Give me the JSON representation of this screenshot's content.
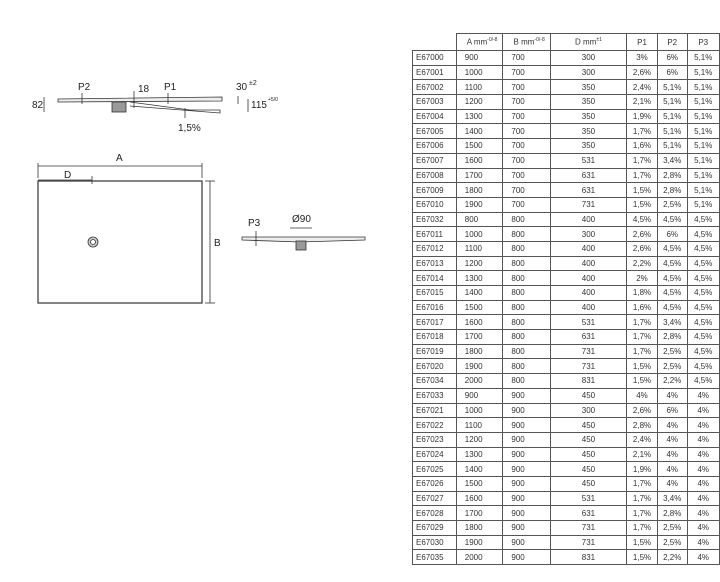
{
  "drawing": {
    "section_labels": {
      "p2": "P2",
      "dim18": "18",
      "p1": "P1",
      "dim30": "30",
      "tol30": "±2",
      "dim82": "82",
      "dim115": "115",
      "tol115": "+5/0",
      "slope": "1,5%"
    },
    "plan_labels": {
      "a": "A",
      "d": "D",
      "b": "B"
    },
    "side_labels": {
      "p3": "P3",
      "diameter": "Ø90"
    }
  },
  "table": {
    "headers": [
      "",
      "A mm",
      "B mm",
      "D mm",
      "P1",
      "P2",
      "P3"
    ],
    "header_tolerances": {
      "a": "-0/-8",
      "b": "-0/-8",
      "d": "±1"
    },
    "rows": [
      [
        "E67000",
        "900",
        "700",
        "300",
        "3%",
        "6%",
        "5,1%"
      ],
      [
        "E67001",
        "1000",
        "700",
        "300",
        "2,6%",
        "6%",
        "5,1%"
      ],
      [
        "E67002",
        "1100",
        "700",
        "350",
        "2,4%",
        "5,1%",
        "5,1%"
      ],
      [
        "E67003",
        "1200",
        "700",
        "350",
        "2,1%",
        "5,1%",
        "5,1%"
      ],
      [
        "E67004",
        "1300",
        "700",
        "350",
        "1,9%",
        "5,1%",
        "5,1%"
      ],
      [
        "E67005",
        "1400",
        "700",
        "350",
        "1,7%",
        "5,1%",
        "5,1%"
      ],
      [
        "E67006",
        "1500",
        "700",
        "350",
        "1,6%",
        "5,1%",
        "5,1%"
      ],
      [
        "E67007",
        "1600",
        "700",
        "531",
        "1,7%",
        "3,4%",
        "5,1%"
      ],
      [
        "E67008",
        "1700",
        "700",
        "631",
        "1,7%",
        "2,8%",
        "5,1%"
      ],
      [
        "E67009",
        "1800",
        "700",
        "631",
        "1,5%",
        "2,8%",
        "5,1%"
      ],
      [
        "E67010",
        "1900",
        "700",
        "731",
        "1,5%",
        "2,5%",
        "5,1%"
      ],
      [
        "E67032",
        "800",
        "800",
        "400",
        "4,5%",
        "4,5%",
        "4,5%"
      ],
      [
        "E67011",
        "1000",
        "800",
        "300",
        "2,6%",
        "6%",
        "4,5%"
      ],
      [
        "E67012",
        "1100",
        "800",
        "400",
        "2,6%",
        "4,5%",
        "4,5%"
      ],
      [
        "E67013",
        "1200",
        "800",
        "400",
        "2,2%",
        "4,5%",
        "4,5%"
      ],
      [
        "E67014",
        "1300",
        "800",
        "400",
        "2%",
        "4,5%",
        "4,5%"
      ],
      [
        "E67015",
        "1400",
        "800",
        "400",
        "1,8%",
        "4,5%",
        "4,5%"
      ],
      [
        "E67016",
        "1500",
        "800",
        "400",
        "1,6%",
        "4,5%",
        "4,5%"
      ],
      [
        "E67017",
        "1600",
        "800",
        "531",
        "1,7%",
        "3,4%",
        "4,5%"
      ],
      [
        "E67018",
        "1700",
        "800",
        "631",
        "1,7%",
        "2,8%",
        "4,5%"
      ],
      [
        "E67019",
        "1800",
        "800",
        "731",
        "1,7%",
        "2,5%",
        "4,5%"
      ],
      [
        "E67020",
        "1900",
        "800",
        "731",
        "1,5%",
        "2,5%",
        "4,5%"
      ],
      [
        "E67034",
        "2000",
        "800",
        "831",
        "1,5%",
        "2,2%",
        "4,5%"
      ],
      [
        "E67033",
        "900",
        "900",
        "450",
        "4%",
        "4%",
        "4%"
      ],
      [
        "E67021",
        "1000",
        "900",
        "300",
        "2,6%",
        "6%",
        "4%"
      ],
      [
        "E67022",
        "1100",
        "900",
        "450",
        "2,8%",
        "4%",
        "4%"
      ],
      [
        "E67023",
        "1200",
        "900",
        "450",
        "2,4%",
        "4%",
        "4%"
      ],
      [
        "E67024",
        "1300",
        "900",
        "450",
        "2,1%",
        "4%",
        "4%"
      ],
      [
        "E67025",
        "1400",
        "900",
        "450",
        "1,9%",
        "4%",
        "4%"
      ],
      [
        "E67026",
        "1500",
        "900",
        "450",
        "1,7%",
        "4%",
        "4%"
      ],
      [
        "E67027",
        "1600",
        "900",
        "531",
        "1,7%",
        "3,4%",
        "4%"
      ],
      [
        "E67028",
        "1700",
        "900",
        "631",
        "1,7%",
        "2,8%",
        "4%"
      ],
      [
        "E67029",
        "1800",
        "900",
        "731",
        "1,7%",
        "2,5%",
        "4%"
      ],
      [
        "E67030",
        "1900",
        "900",
        "731",
        "1,5%",
        "2,5%",
        "4%"
      ],
      [
        "E67035",
        "2000",
        "900",
        "831",
        "1,5%",
        "2,2%",
        "4%"
      ]
    ]
  }
}
